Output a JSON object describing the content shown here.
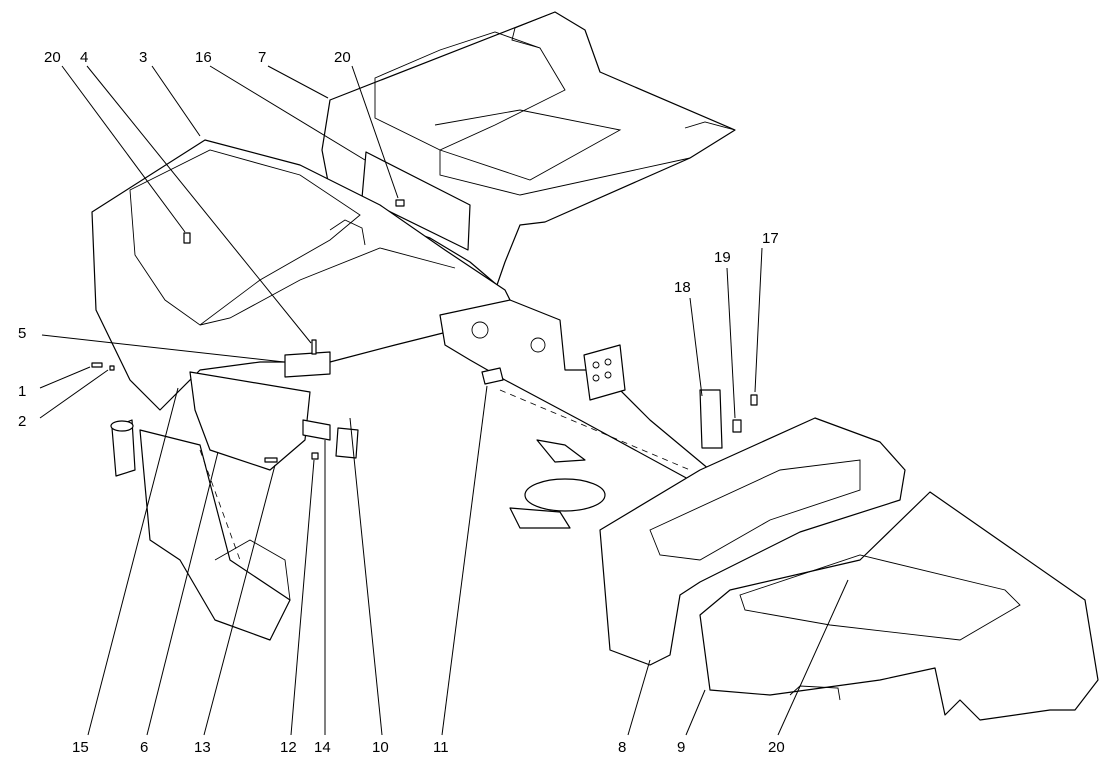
{
  "diagram": {
    "background": "#ffffff",
    "line_color": "#000000",
    "callouts": [
      {
        "id": "c20-a",
        "text": "20"
      },
      {
        "id": "c4",
        "text": "4"
      },
      {
        "id": "c3",
        "text": "3"
      },
      {
        "id": "c16",
        "text": "16"
      },
      {
        "id": "c7",
        "text": "7"
      },
      {
        "id": "c20-b",
        "text": "20"
      },
      {
        "id": "c5",
        "text": "5"
      },
      {
        "id": "c1",
        "text": "1"
      },
      {
        "id": "c2",
        "text": "2"
      },
      {
        "id": "c18",
        "text": "18"
      },
      {
        "id": "c19",
        "text": "19"
      },
      {
        "id": "c17",
        "text": "17"
      },
      {
        "id": "c15",
        "text": "15"
      },
      {
        "id": "c6",
        "text": "6"
      },
      {
        "id": "c13",
        "text": "13"
      },
      {
        "id": "c12",
        "text": "12"
      },
      {
        "id": "c14",
        "text": "14"
      },
      {
        "id": "c10",
        "text": "10"
      },
      {
        "id": "c11",
        "text": "11"
      },
      {
        "id": "c8",
        "text": "8"
      },
      {
        "id": "c9",
        "text": "9"
      },
      {
        "id": "c20-c",
        "text": "20"
      }
    ]
  }
}
